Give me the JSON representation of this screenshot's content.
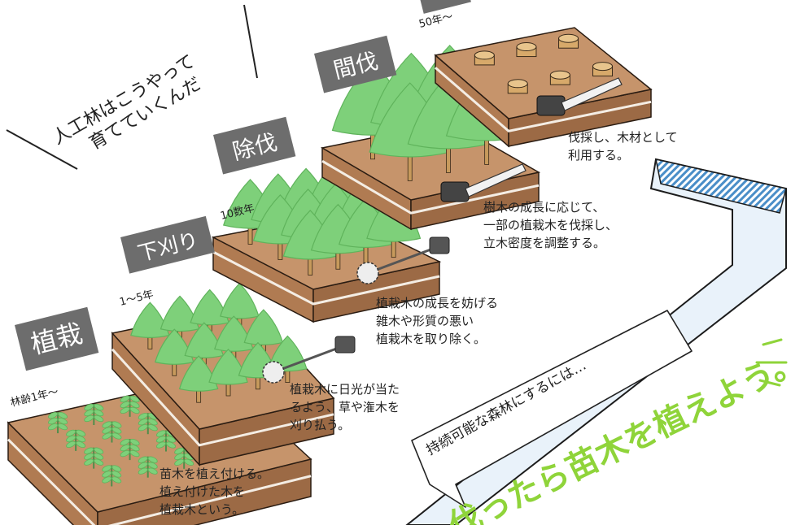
{
  "headline": {
    "line1": "人工林はこうやって",
    "line2": "育てていくんだ"
  },
  "stages": [
    {
      "label": "植栽",
      "period": "林齢1年〜",
      "description": "苗木を植え付ける。\n植え付けた木を\n植栽木という。"
    },
    {
      "label": "下刈り",
      "period": "1〜5年",
      "description": "植栽木に日光が当た\nるよう、草や潅木を\n刈り払う。"
    },
    {
      "label": "除伐",
      "period": "10数年",
      "description": "植栽木の成長を妨げる\n雑木や形質の悪い\n植栽木を取り除く。"
    },
    {
      "label": "間伐",
      "period": "",
      "description": "樹木の成長に応じて、\n一部の植栽木を伐採し、\n立木密度を調整する。"
    },
    {
      "label": "",
      "period": "50年〜",
      "description": "伐採し、木材として\n利用する。"
    }
  ],
  "bubble_text": "持続可能な森林にするには…",
  "slogan": "伐ったら苗木を植えよう。",
  "colors": {
    "soil_top": "#c6946b",
    "soil_side": "#b07b52",
    "soil_side_dark": "#9c6a45",
    "tree": "#7ed07a",
    "tree_dark": "#5fb35b",
    "trunk": "#c79a5c",
    "label_bg": "#6d6d6d",
    "slogan": "#8fd43a",
    "ribbon": "#e9f2fa",
    "ribbon_edge": "#4a8ec8"
  }
}
